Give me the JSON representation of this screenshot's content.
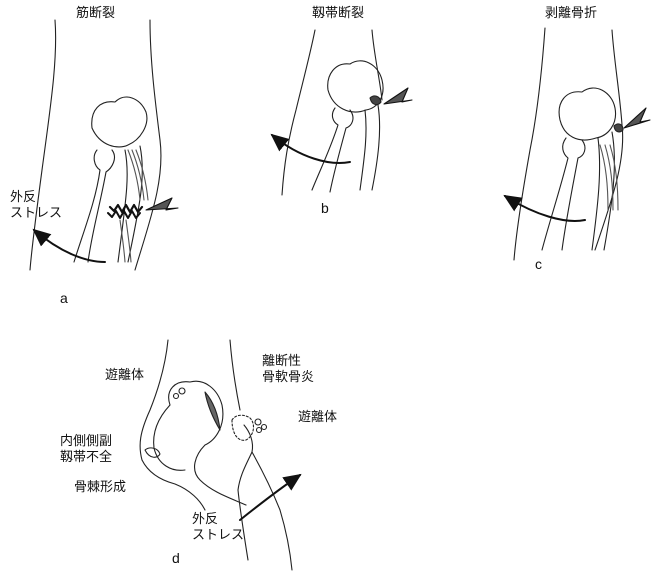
{
  "panels": {
    "a": {
      "letter": "a",
      "title": "筋断裂",
      "stress_line1": "外反",
      "stress_line2": "ストレス"
    },
    "b": {
      "letter": "b",
      "title": "靱帯断裂"
    },
    "c": {
      "letter": "c",
      "title": "剥離骨折"
    },
    "d": {
      "letter": "d",
      "loose_body_left": "遊離体",
      "ocd_line1": "離断性",
      "ocd_line2": "骨軟骨炎",
      "loose_body_right": "遊離体",
      "mcl_line1": "内側側副",
      "mcl_line2": "靱帯不全",
      "osteophyte": "骨棘形成",
      "stress_line1": "外反",
      "stress_line2": "ストレス"
    }
  }
}
